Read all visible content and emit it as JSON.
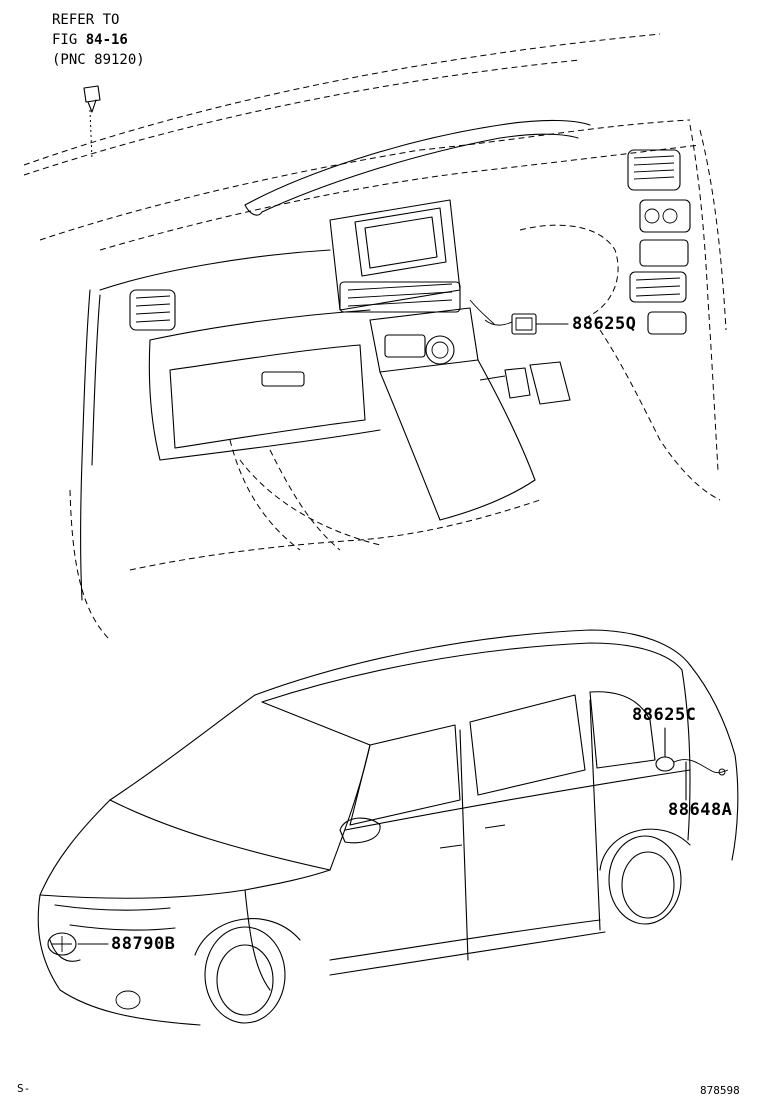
{
  "reference": {
    "line1": "REFER TO",
    "line2_prefix": "FIG ",
    "line2_bold": "84-16",
    "line3": "(PNC 89120)"
  },
  "callouts": {
    "dash_part": "88625Q",
    "fuel_lid_part": "88625C",
    "wire_part": "88648A",
    "front_part": "88790B"
  },
  "footer": {
    "left_mark": "S-",
    "illustration_no": "878598"
  }
}
